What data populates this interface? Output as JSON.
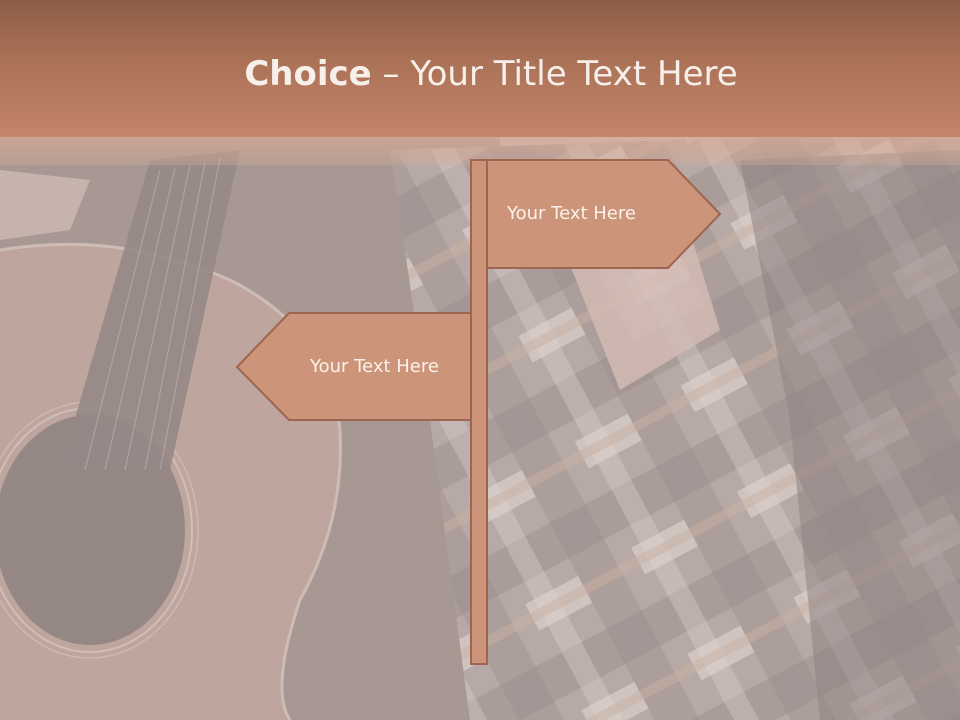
{
  "title": {
    "bold": "Choice",
    "rest": " – Your Title Text Here"
  },
  "signs": {
    "right_label": "Your Text Here",
    "left_label": "Your Text Here"
  },
  "colors": {
    "title_bar": "#b07660",
    "sign_fill": "#cc9479",
    "sign_border": "#9e6650",
    "text_light": "#f7efe9"
  }
}
